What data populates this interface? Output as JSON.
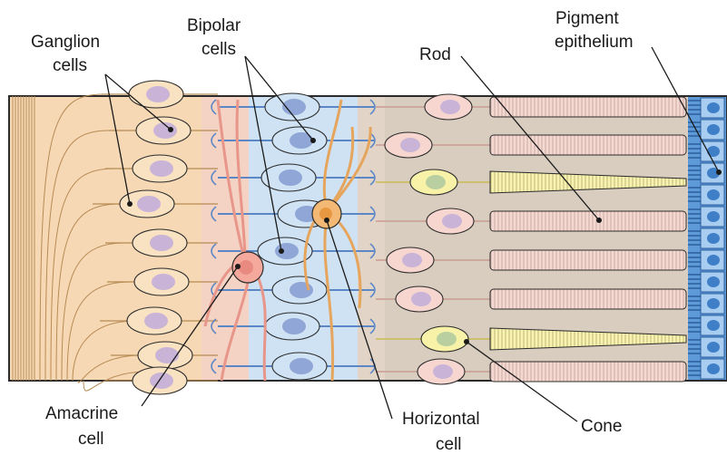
{
  "labels": {
    "ganglion": [
      "Ganglion",
      "cells"
    ],
    "bipolar": [
      "Bipolar",
      "cells"
    ],
    "rod": "Rod",
    "pigment": [
      "Pigment",
      "epithelium"
    ],
    "amacrine": [
      "Amacrine",
      "cell"
    ],
    "horizontal": [
      "Horizontal",
      "cell"
    ],
    "cone": "Cone"
  },
  "colors": {
    "ganglion_layer": "#f6d9b4",
    "ganglion_cell": "#f8e2c2",
    "nucleus_purple": "#c9b4d8",
    "bipolar_cell": "#cfe3f5",
    "bipolar_nucleus": "#8fa6d6",
    "photoreceptor_bg": "#d8cfc2",
    "rod_body": "#f6d6cf",
    "cone_body": "#f7f2a8",
    "pigment": "#6fa8e0",
    "amacrine": "#f4a99c",
    "horizontal": "#f2b874",
    "outline": "#2b2b2b"
  }
}
